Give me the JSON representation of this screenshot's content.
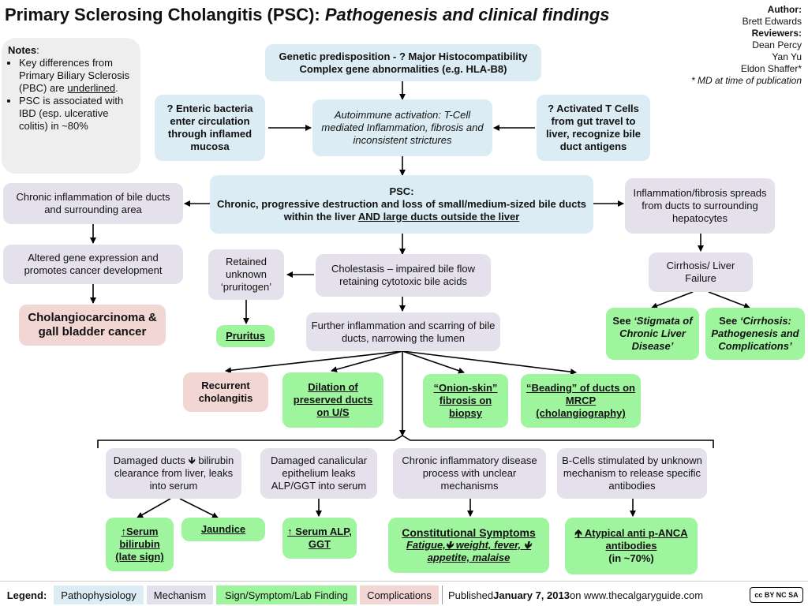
{
  "header": {
    "title_main": "Primary Sclerosing Cholangitis (PSC): ",
    "title_sub": "Pathogenesis and clinical findings"
  },
  "credits": {
    "author_label": "Author:",
    "author": "Brett Edwards",
    "reviewers_label": "Reviewers:",
    "reviewers": [
      "Dean Percy",
      "Yan Yu",
      "Eldon Shaffer*"
    ],
    "footnote": "* MD at time of publication"
  },
  "notes": {
    "label": "Notes",
    "item1_pre": "Key differences from Primary Biliary Sclerosis (PBC) are ",
    "item1_ul": "underlined",
    "item1_post": ".",
    "item2": "PSC is associated with IBD (esp. ulcerative colitis) in ~80%"
  },
  "boxes": {
    "genetic": "Genetic predisposition - ? Major Histocompatibility Complex gene abnormalities (e.g. HLA-B8)",
    "enteric": "? Enteric bacteria enter circulation through inflamed mucosa",
    "autoimmune": "Autoimmune activation: T-Cell mediated Inflammation, fibrosis and inconsistent strictures",
    "tcells": "? Activated T Cells from gut travel to liver, recognize bile duct antigens",
    "psc_title": "PSC:",
    "psc_body": "Chronic, progressive destruction and loss of small/medium-sized bile ducts within the liver ",
    "psc_ul": "AND large ducts outside the liver",
    "chronic_infl": "Chronic inflammation of bile ducts and surrounding area",
    "altered_gene": "Altered gene expression and promotes cancer development",
    "cholangio": "Cholangiocarcinoma & gall bladder cancer",
    "spread": "Inflammation/fibrosis spreads from ducts to surrounding hepatocytes",
    "cirrhosis": "Cirrhosis/ Liver Failure",
    "see_stigmata_pre": "See ",
    "see_stigmata": "‘Stigmata of Chronic Liver Disease’",
    "see_cirrhosis_pre": "See ",
    "see_cirrhosis": "‘Cirrhosis: Pathogenesis and Complications’",
    "pruritogen": "Retained unknown ‘pruritogen’",
    "pruritus": "Pruritus",
    "cholestasis": "Cholestasis – impaired bile flow retaining cytotoxic bile acids",
    "further": "Further inflammation and scarring of bile ducts, narrowing the lumen",
    "recurrent": "Recurrent cholangitis",
    "dilation": "Dilation of preserved ducts on U/S",
    "onion": "“Onion-skin” fibrosis on biopsy",
    "beading": "“Beading” of ducts on MRCP (cholangiography)",
    "damaged_ducts": "Damaged ducts 🡻 bilirubin clearance from liver, leaks into serum",
    "canalicular": "Damaged canalicular epithelium leaks ALP/GGT into serum",
    "chronic_process": "Chronic inflammatory disease process with unclear mechanisms",
    "bcells": "B-Cells stimulated by unknown mechanism to release specific antibodies",
    "serum_bili": "↑Serum bilirubin",
    "serum_bili_note": "(late sign)",
    "jaundice": "Jaundice",
    "serum_alp": "↑ Serum ALP, GGT",
    "constitutional": "Constitutional Symptoms",
    "constitutional_sub": "Fatigue,🡻 weight, fever, 🡻 appetite, malaise",
    "panca": "🡹 Atypical anti p-ANCA antibodies",
    "panca_note": "(in ~70%)"
  },
  "legend": {
    "label": "Legend:",
    "items": [
      "Pathophysiology",
      "Mechanism",
      "Sign/Symptom/Lab Finding",
      "Complications"
    ],
    "published_pre": "Published ",
    "published_date": "January 7, 2013",
    "published_post": " on www.thecalgaryguide.com",
    "license": "cc BY NC SA"
  },
  "colors": {
    "pathophysiology": "#dcecf4",
    "mechanism": "#e5e1ec",
    "sign": "#9ef59e",
    "complication": "#f2d6d4"
  }
}
